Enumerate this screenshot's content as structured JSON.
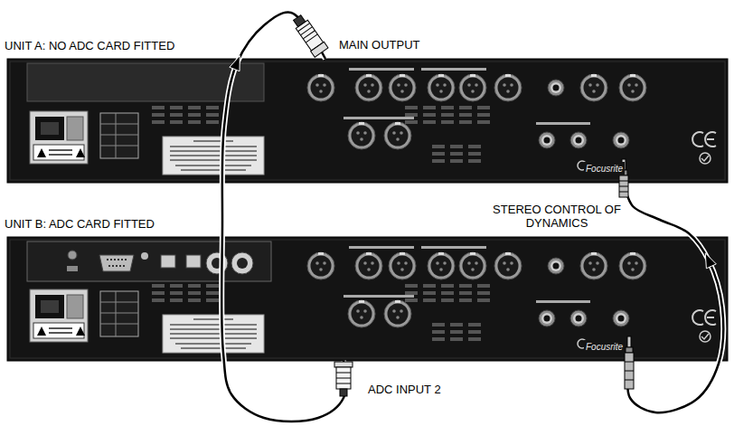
{
  "diagram": {
    "nodes": [
      {
        "text": [
          "UNIT A: NO ADC CARD FITTED"
        ]
      },
      {
        "text": [
          "UNIT B: ADC CARD FITTED"
        ]
      }
    ],
    "edges": [
      {
        "from": 1,
        "to": 0,
        "arrow": "to"
      },
      {
        "from": 1,
        "to": 0,
        "arrow": "to"
      }
    ],
    "labels": [
      "MAIN OUTPUT",
      "STEREO CONTROL OF DYNAMICS",
      "ADC INPUT 2",
      "Focusrite",
      "Focusrite"
    ]
  }
}
